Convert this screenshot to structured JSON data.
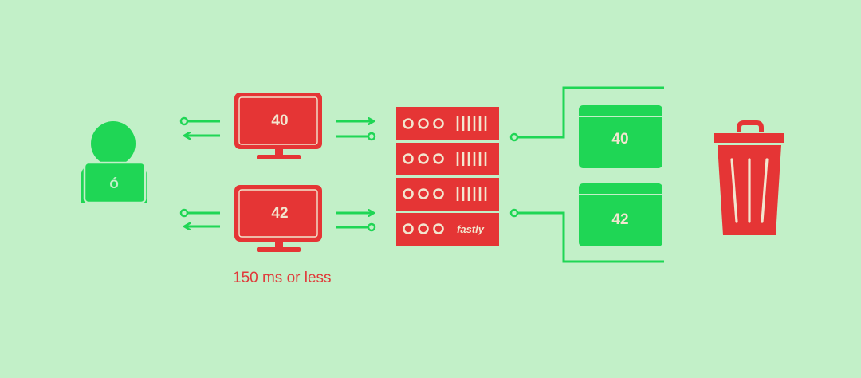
{
  "colors": {
    "background": "#c2f0c8",
    "green": "#1fd655",
    "red": "#e53535",
    "cream": "#f2e6cf"
  },
  "icons": {
    "user": "user-at-laptop-icon",
    "monitor": "monitor-icon",
    "server": "server-rack-icon",
    "cache_box": "cache-page-icon",
    "trash": "trash-can-icon"
  },
  "laptop_logo": "ó",
  "monitors": [
    {
      "value": "40"
    },
    {
      "value": "42"
    }
  ],
  "server_brand": "fastly",
  "cache": [
    {
      "value": "40"
    },
    {
      "value": "42"
    }
  ],
  "caption": "150 ms or less"
}
